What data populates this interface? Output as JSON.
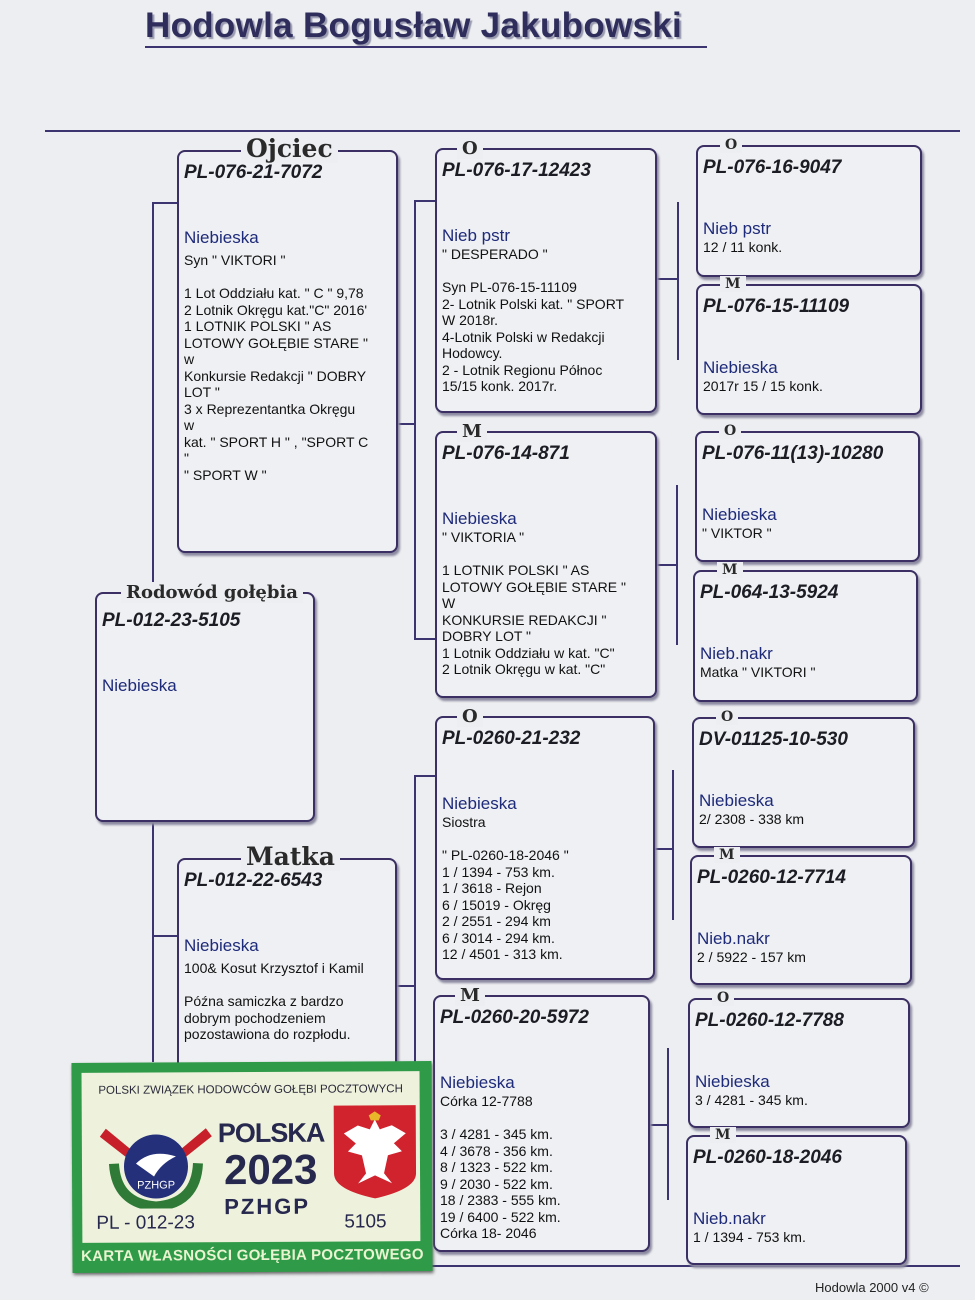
{
  "title": "Hodowla Bogusław Jakubowski",
  "pigeon": {
    "label": "Rodowód gołębia",
    "ring": "PL-012-23-5105",
    "color": "Niebieska",
    "notes": ""
  },
  "father": {
    "label": "Ojciec",
    "ring": "PL-076-21-7072",
    "color": "Niebieska",
    "notes": "Syn  \" VIKTORI \"\n\n1 Lot Oddziału kat. \" C \" 9,78\n 2  Lotnik Okręgu kat.\"C\" 2016'\n 1  LOTNIK POLSKI \" AS\nLOTOWY GOŁĘBIE STARE \"\nw\nKonkursie Redakcji \" DOBRY\nLOT \"\n 3  x  Reprezentantka Okręgu\nw\nkat.  \" SPORT H \" , \"SPORT C\n\"\n\" SPORT W \""
  },
  "mother": {
    "label": "Matka",
    "ring": "PL-012-22-6543",
    "color": "Niebieska",
    "notes": " 100& Kosut Krzysztof i Kamil\n\nPóźna samiczka z bardzo\ndobrym pochodzeniem\npozostawiona do rozpłodu."
  },
  "ff": {
    "label": "O",
    "ring": "PL-076-17-12423",
    "color": "Nieb pstr",
    "notes": "   \" DESPERADO \"\n\nSyn PL-076-15-11109\n2- Lotnik Polski kat. \" SPORT\nW 2018r.\n4-Lotnik Polski w Redakcji\nHodowcy.\n2 - Lotnik Regionu Północ\n15/15 konk. 2017r."
  },
  "fm": {
    "label": "M",
    "ring": "PL-076-14-871",
    "color": "Niebieska",
    "notes": "            \" VIKTORIA \"\n\n 1  LOTNIK POLSKI \" AS\nLOTOWY GOŁĘBIE STARE \"\nW\nKONKURSIE REDAKCJI \"\nDOBRY LOT \"\n 1  Lotnik Oddziału w kat. \"C\"\n 2  Lotnik Okręgu w kat. \"C\""
  },
  "mf": {
    "label": "O",
    "ring": "PL-0260-21-232",
    "color": "Niebieska",
    "notes": "                 Siostra\n\n   \" PL-0260-18-2046 \"\n1 / 1394  -  753  km.\n1 / 3618 - Rejon\n 6 / 15019  -  Okręg\n 2 /  2551  -  294 km\n 6  /  3014  -  294 km.\n 12 /  4501 -  313 km."
  },
  "mm": {
    "label": "M",
    "ring": "PL-0260-20-5972",
    "color": "Niebieska",
    "notes": "Córka 12-7788\n\n 3 / 4281 - 345 km.\n 4 / 3678 - 356 km.\n 8 / 1323 - 522 km.\n 9 / 2030 - 522 km.\n 18 / 2383 - 555 km.\n 19 / 6400 - 522 km.\nCórka 18- 2046"
  },
  "fff": {
    "label": "O",
    "ring": "PL-076-16-9047",
    "color": "Nieb pstr",
    "notes": "12 / 11 konk."
  },
  "ffm": {
    "label": "M",
    "ring": "PL-076-15-11109",
    "color": "Niebieska",
    "notes": "2017r  15 / 15 konk."
  },
  "fmf": {
    "label": "O",
    "ring": "PL-076-11(13)-10280",
    "color": "Niebieska",
    "notes": "        \" VIKTOR \""
  },
  "fmm": {
    "label": "M",
    "ring": "PL-064-13-5924",
    "color": "Nieb.nakr",
    "notes": "     Matka  \" VIKTORI \""
  },
  "mff": {
    "label": "O",
    "ring": "DV-01125-10-530",
    "color": "Niebieska",
    "notes": "2/ 2308 - 338 km"
  },
  "mfm": {
    "label": "M",
    "ring": "PL-0260-12-7714",
    "color": "Nieb.nakr",
    "notes": "2 / 5922 - 157 km"
  },
  "mmf": {
    "label": "O",
    "ring": "PL-0260-12-7788",
    "color": "Niebieska",
    "notes": " 3 / 4281 - 345 km."
  },
  "mmm": {
    "label": "M",
    "ring": "PL-0260-18-2046",
    "color": "Nieb.nakr",
    "notes": " 1 / 1394 - 753 km."
  },
  "card": {
    "header": "POLSKI ZWIĄZEK HODOWCÓW GOŁĘBI POCZTOWYCH",
    "country": "POLSKA",
    "year": "2023",
    "org": "PZHGP",
    "ring": "PL - 012-23",
    "number": "5105",
    "footer": "KARTA  WŁASNOŚCI GOŁĘBIA POCZTOWEGO",
    "logo_text": "PZHGP"
  },
  "footer": "Hodowla 2000 v4 ©",
  "colors": {
    "border": "#3b2f63",
    "card_green": "#2f9a48",
    "title": "#2e2d5c"
  }
}
